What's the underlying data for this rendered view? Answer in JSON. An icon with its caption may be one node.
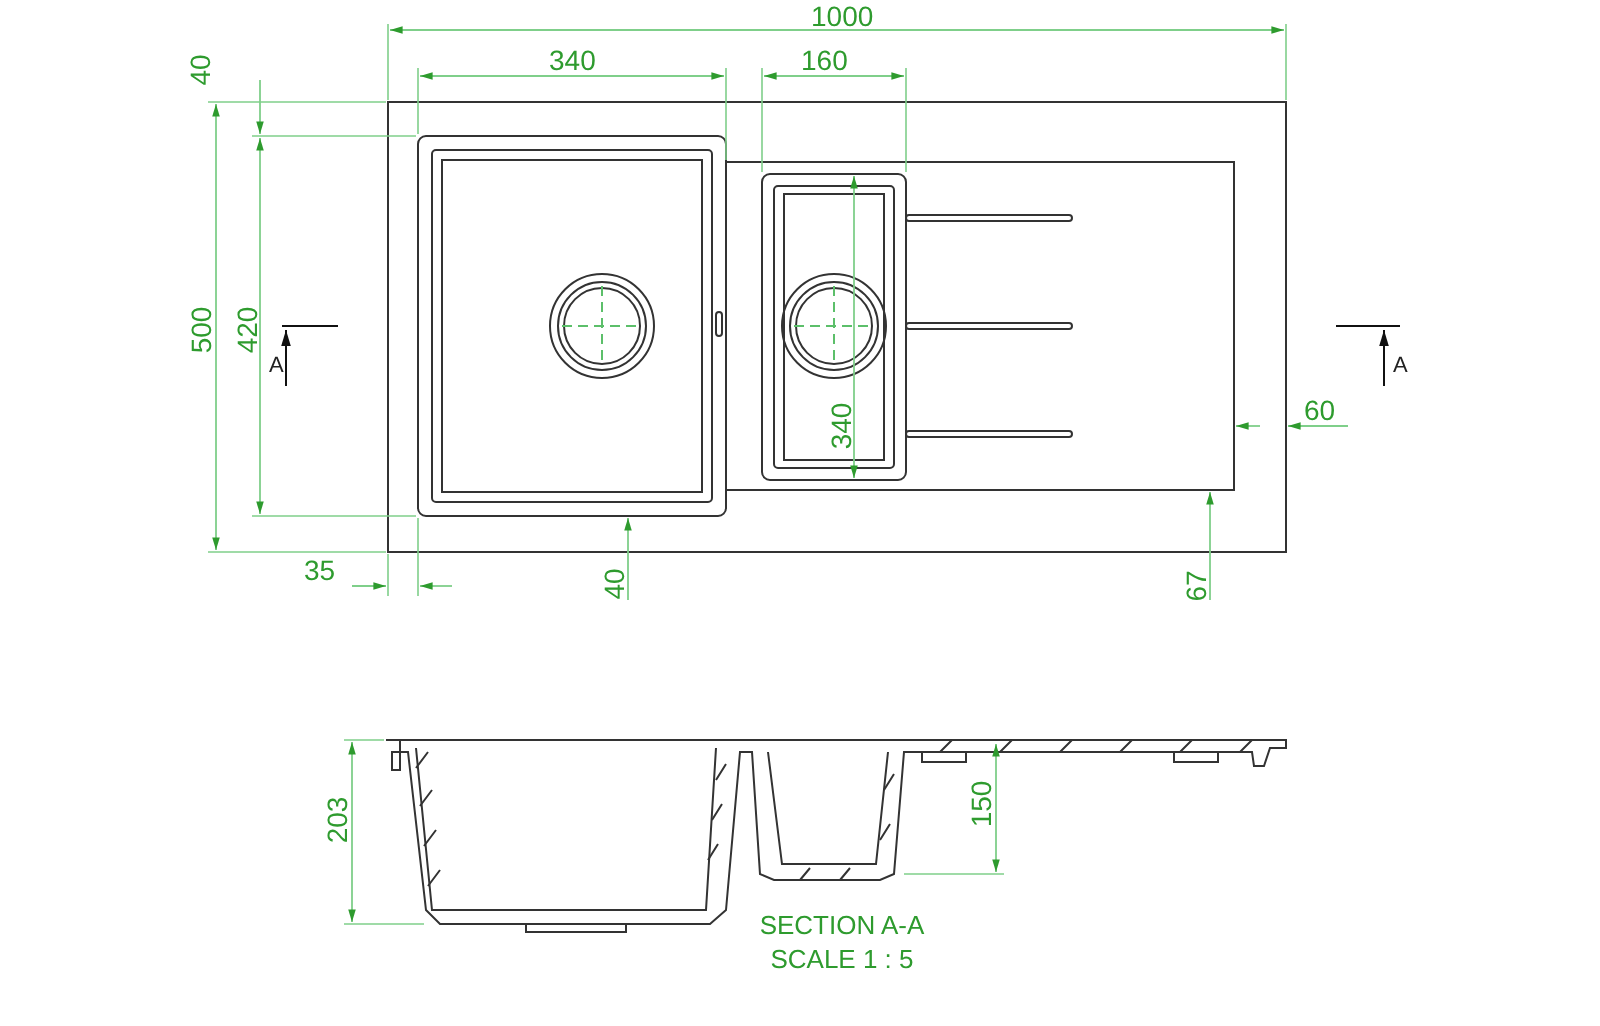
{
  "diagram": {
    "caption": "SECTION A-A SCALE 1 : 5",
    "labels": [
      "1000",
      "340",
      "160",
      "40",
      "500",
      "420",
      "A",
      "A",
      "60",
      "340",
      "35",
      "40",
      "67",
      "203",
      "150"
    ]
  }
}
